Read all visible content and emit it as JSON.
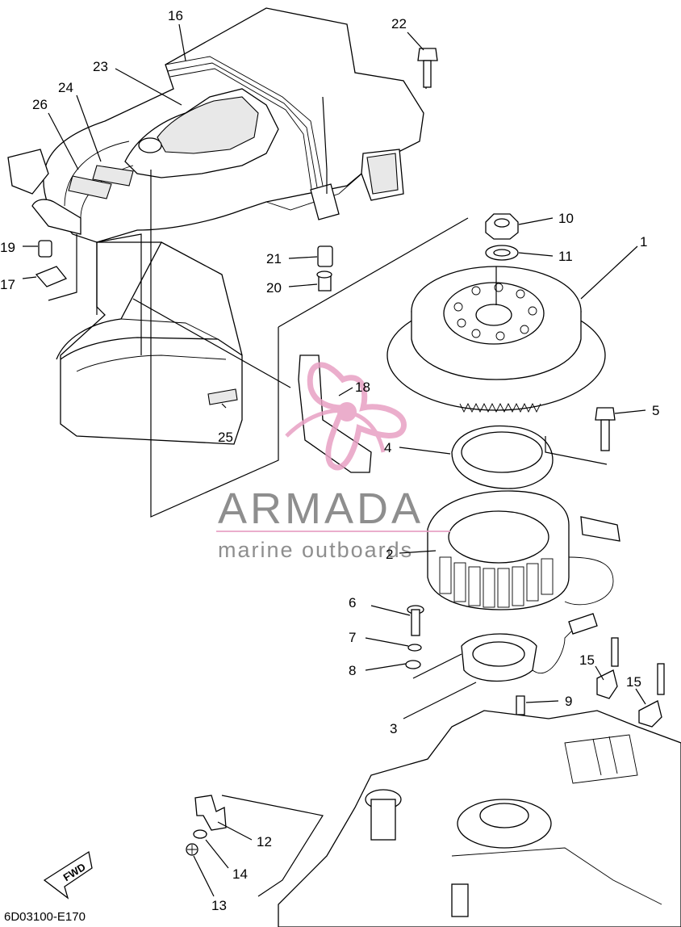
{
  "diagram": {
    "drawing_code": "6D03100-E170",
    "fwd_label": "FWD",
    "callouts": [
      {
        "id": "c1",
        "label": "1"
      },
      {
        "id": "c2",
        "label": "2"
      },
      {
        "id": "c3",
        "label": "3"
      },
      {
        "id": "c4",
        "label": "4"
      },
      {
        "id": "c5",
        "label": "5"
      },
      {
        "id": "c6",
        "label": "6"
      },
      {
        "id": "c7",
        "label": "7"
      },
      {
        "id": "c8",
        "label": "8"
      },
      {
        "id": "c9",
        "label": "9"
      },
      {
        "id": "c10",
        "label": "10"
      },
      {
        "id": "c11",
        "label": "11"
      },
      {
        "id": "c12",
        "label": "12"
      },
      {
        "id": "c13",
        "label": "13"
      },
      {
        "id": "c14",
        "label": "14"
      },
      {
        "id": "c15a",
        "label": "15"
      },
      {
        "id": "c15b",
        "label": "15"
      },
      {
        "id": "c16",
        "label": "16"
      },
      {
        "id": "c17",
        "label": "17"
      },
      {
        "id": "c18",
        "label": "18"
      },
      {
        "id": "c19",
        "label": "19"
      },
      {
        "id": "c20",
        "label": "20"
      },
      {
        "id": "c21",
        "label": "21"
      },
      {
        "id": "c22",
        "label": "22"
      },
      {
        "id": "c23",
        "label": "23"
      },
      {
        "id": "c24",
        "label": "24"
      },
      {
        "id": "c25",
        "label": "25"
      },
      {
        "id": "c26",
        "label": "26"
      }
    ]
  },
  "watermark": {
    "brand": "ARMADA",
    "tagline": "marine outboards",
    "color": "#e8a0c4"
  }
}
